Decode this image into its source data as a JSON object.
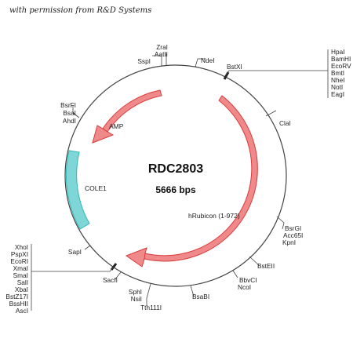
{
  "permission_note": "with permission from R&D Systems",
  "plasmid": {
    "name": "RDC2803",
    "size": "5666 bps"
  },
  "colors": {
    "backbone": "#444444",
    "arrow_fill": "#f08a8a",
    "arrow_stroke": "#d83b3b",
    "ori_fill": "#7fd6d6",
    "ori_stroke": "#30b8b8"
  },
  "features": {
    "amp": "AMP",
    "cole1": "COLE1",
    "insert": "hRubicon (1-972)"
  },
  "sites": {
    "zral": "ZraI",
    "aatii": "AatII",
    "sspi": "SspI",
    "ndei": "NdeI",
    "bstxi": "BstXI",
    "mcs_right": [
      "HpaI",
      "BamHI",
      "EcoRV",
      "BmtI",
      "NheI",
      "NotI",
      "EagI"
    ],
    "clai": "ClaI",
    "bsrgi": "BsrGI",
    "acc65i": "Acc65I",
    "kpni": "KpnI",
    "bsteii": "BstEII",
    "bbvci": "BbvCI",
    "ncoi": "NcoI",
    "bsabi": "BsaBI",
    "tth111i": "Tth111I",
    "nsii": "NsiI",
    "sphi": "SphI",
    "sacii": "SacII",
    "sapi": "SapI",
    "mcs_left": [
      "XhoI",
      "PspXI",
      "EcoRI",
      "XmaI",
      "SmaI",
      "SalI",
      "XbaI",
      "BstZ17I",
      "BssHII",
      "AscI"
    ],
    "bsrfi": "BsrFI",
    "bsai": "BsaI",
    "ahdi": "AhdI"
  }
}
